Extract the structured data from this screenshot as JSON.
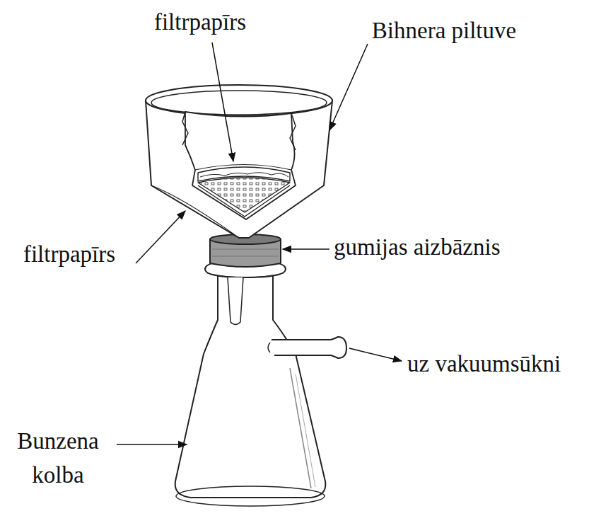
{
  "diagram": {
    "labels": [
      "filtrpapīrs",
      "Bihnera piltuve",
      "filtrpapīrs",
      "gumijas aizbāznis",
      "uz vakuumsūkni",
      "Bunzena kolba"
    ]
  }
}
